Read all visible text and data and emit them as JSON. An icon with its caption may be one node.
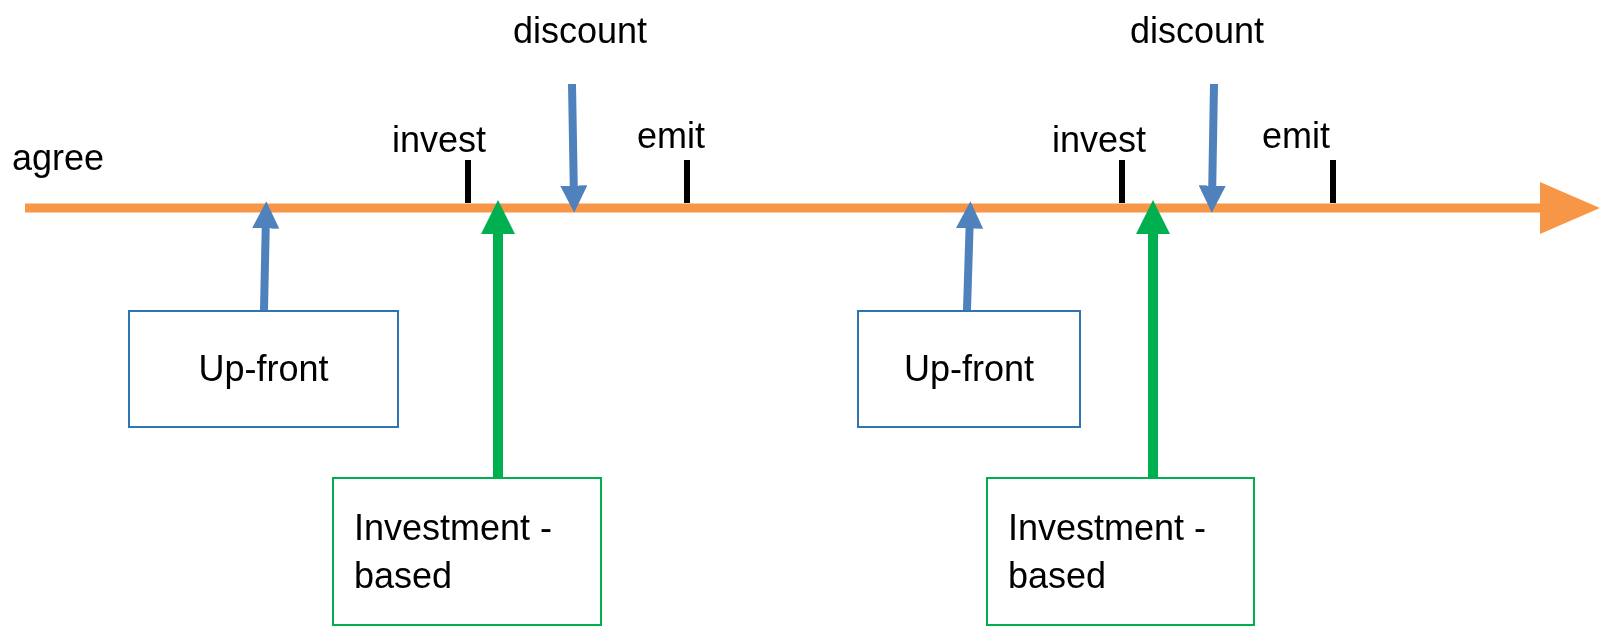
{
  "diagram": {
    "nodes": [
      {
        "text": [
          "discount"
        ]
      },
      {
        "text": [
          "discount"
        ]
      },
      {
        "text": [
          "Up-front"
        ]
      },
      {
        "text": [
          "Investment -based"
        ]
      },
      {
        "text": [
          "Up-front"
        ]
      },
      {
        "text": [
          "Investment -based"
        ]
      }
    ],
    "edges": [
      {
        "from": 0,
        "to": null,
        "arrow": "to"
      },
      {
        "from": 1,
        "to": null,
        "arrow": "to"
      },
      {
        "from": 2,
        "to": null,
        "arrow": "to"
      },
      {
        "from": 3,
        "to": null,
        "arrow": "to",
        "color": "#00b050"
      },
      {
        "from": 4,
        "to": null,
        "arrow": "to"
      },
      {
        "from": 5,
        "to": null,
        "arrow": "to",
        "color": "#00b050"
      }
    ],
    "labels": [
      "agree",
      "invest",
      "emit",
      "invest",
      "emit"
    ]
  }
}
